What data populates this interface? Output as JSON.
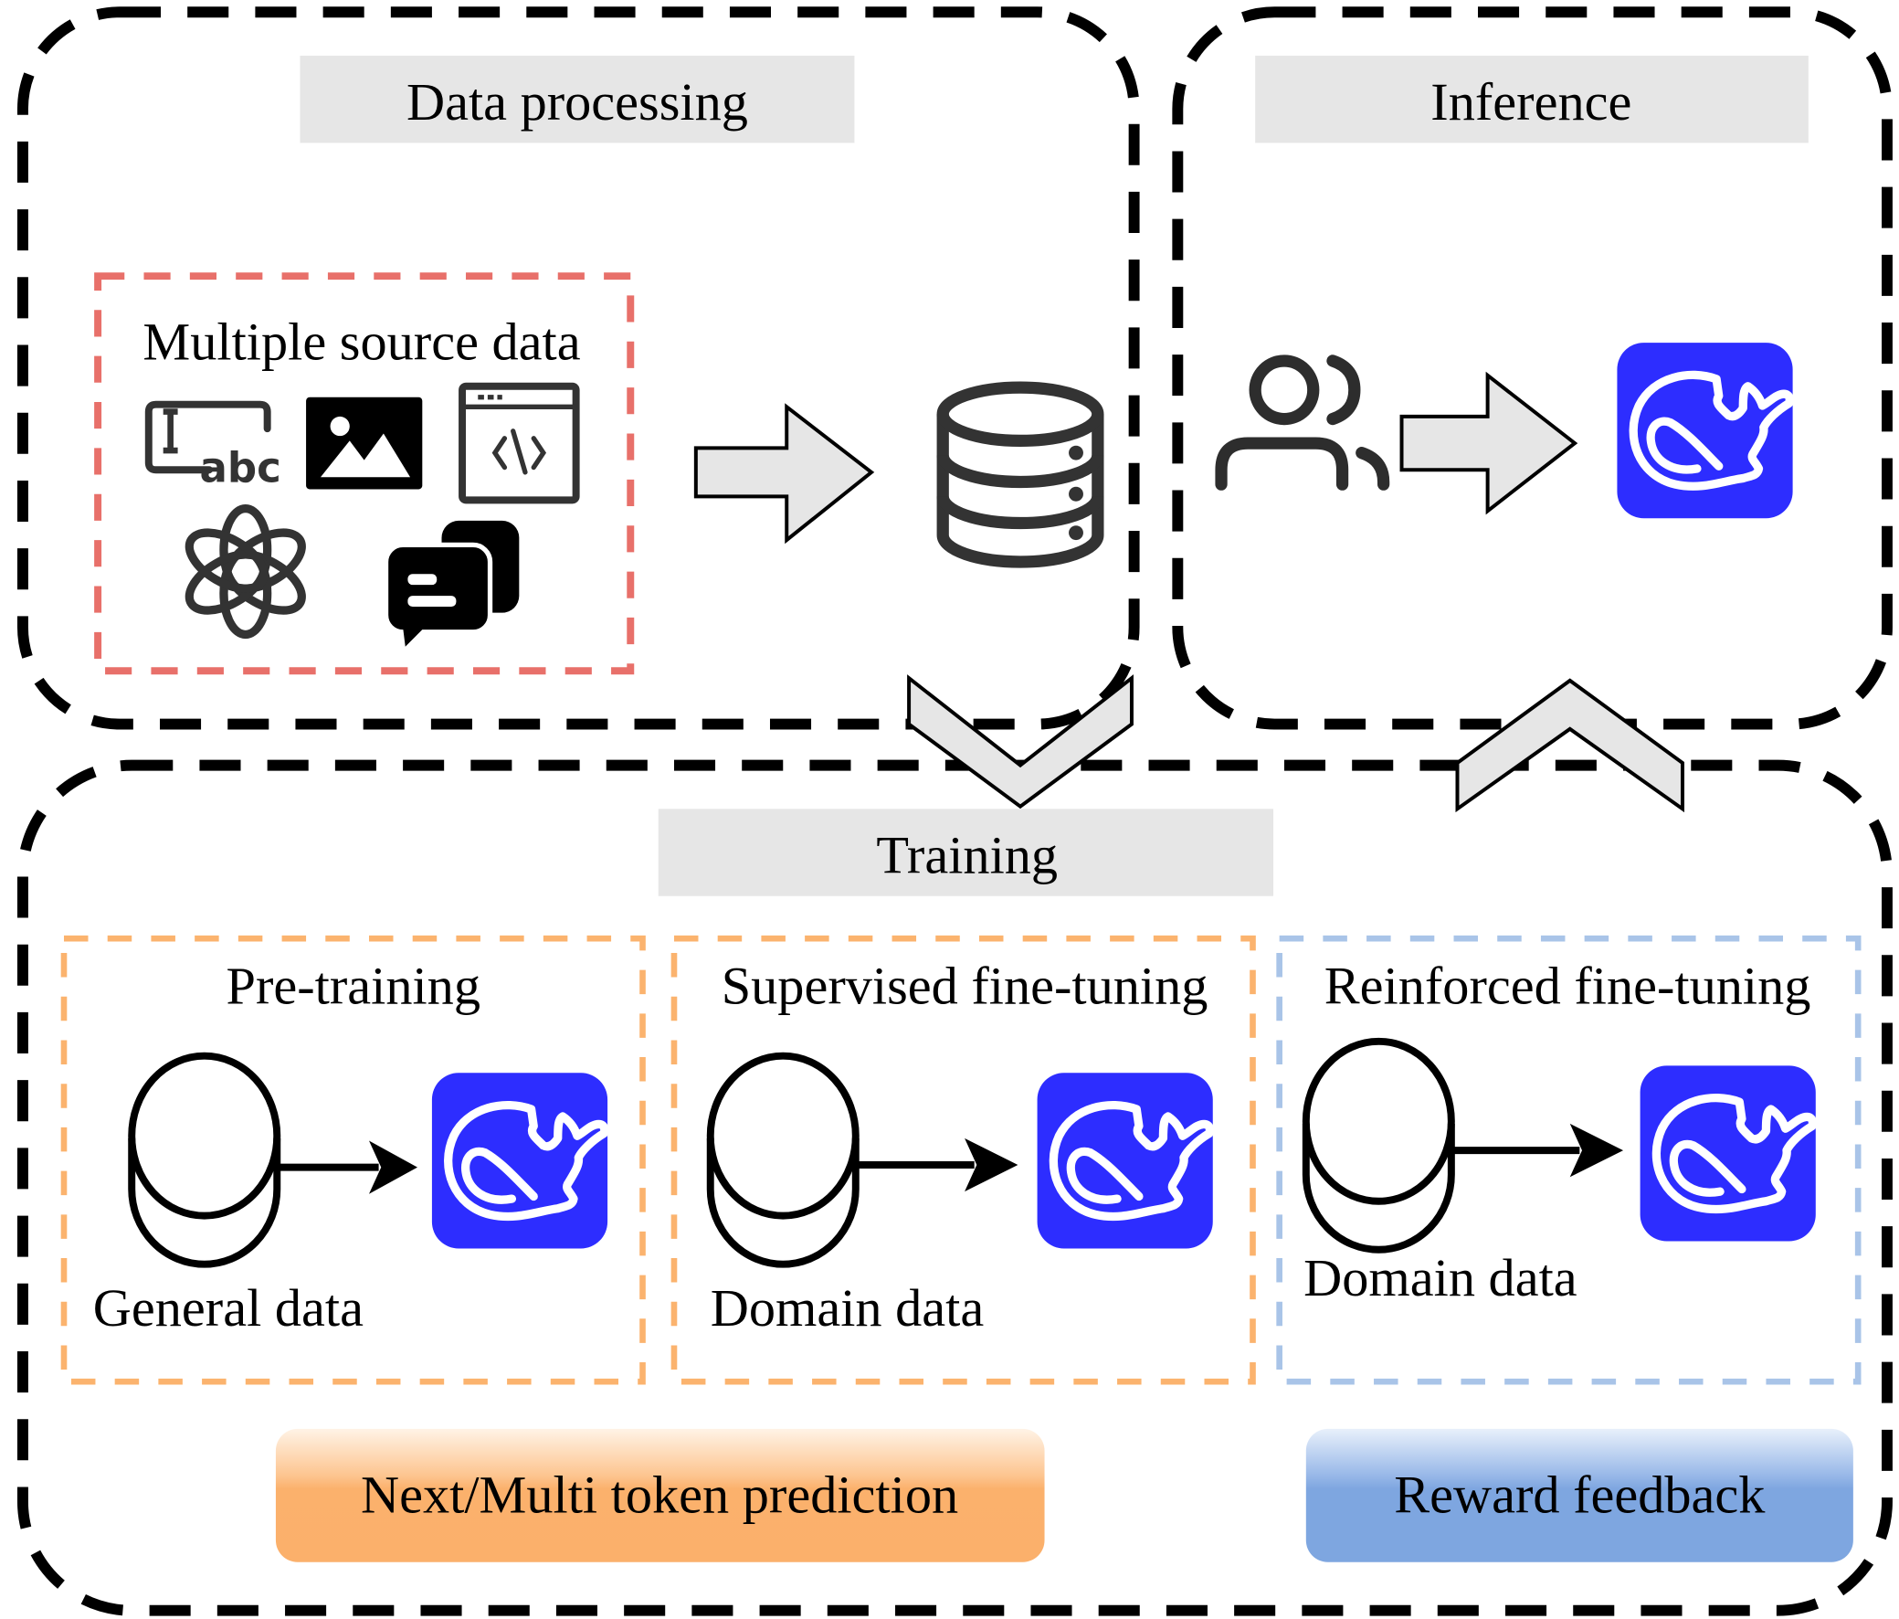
{
  "sections": {
    "data_processing": {
      "title": "Data processing",
      "source_box_label": "Multiple source data",
      "source_icons": [
        "text-abc-icon",
        "image-icon",
        "code-window-icon",
        "openai-logo-icon",
        "chat-bubbles-icon"
      ],
      "output_icon": "database-icon"
    },
    "inference": {
      "title": "Inference",
      "input_icon": "users-icon",
      "output_icon": "deepseek-whale-logo"
    },
    "training": {
      "title": "Training",
      "stages": [
        {
          "title": "Pre-training",
          "data_label": "General data",
          "border_color": "#fbb36e"
        },
        {
          "title": "Supervised fine-tuning",
          "data_label": "Domain data",
          "border_color": "#fbb36e"
        },
        {
          "title": "Reinforced fine-tuning",
          "data_label": "Domain data",
          "border_color": "#a9c4e8"
        }
      ],
      "objectives": [
        {
          "label": "Next/Multi token prediction",
          "color": "#fcb06c"
        },
        {
          "label": "Reward feedback",
          "color": "#7ea6e0"
        }
      ]
    }
  },
  "colors": {
    "header_fill": "#e6e6e6",
    "source_box_border": "#e8706a",
    "logo_blue": "#2d2dff",
    "arrow_fill": "#e6e6e6"
  }
}
